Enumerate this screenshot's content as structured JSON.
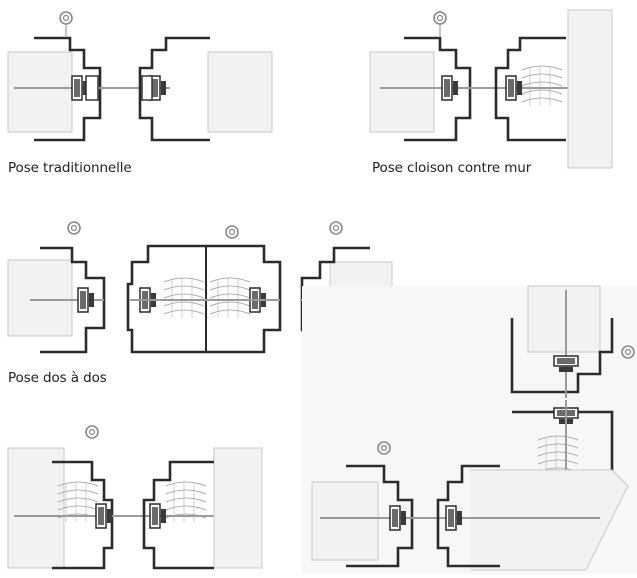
{
  "captions": {
    "traditionnelle": "Pose traditionnelle",
    "cloison_mur": "Pose cloison contre mur",
    "dos_a_dos": "Pose dos à dos"
  },
  "colors": {
    "background": "#ffffff",
    "frame_stroke": "#2b2b2b",
    "wall_fill": "#f2f2f2",
    "wall_stroke": "#c8c8c8",
    "axis": "#9a9a9a",
    "text": "#222222"
  },
  "icons": [
    "screw-icon",
    "wood-grain-icon",
    "electrical-box-icon"
  ]
}
